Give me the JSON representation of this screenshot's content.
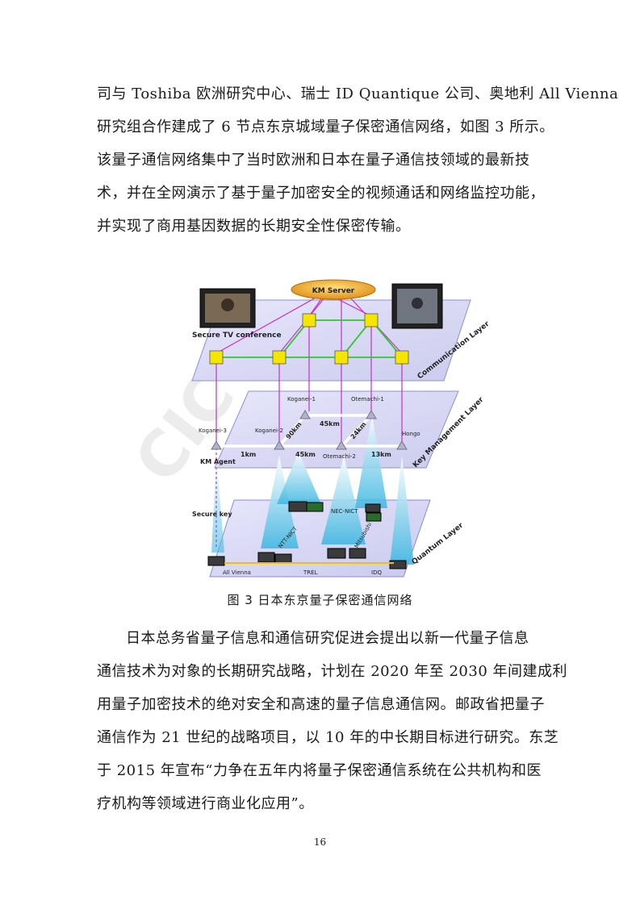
{
  "paragraph1": {
    "lines": [
      "司与 Toshiba 欧洲研究中心、瑞士 ID Quantique 公司、奥地利 All Vienna",
      "研究组合作建成了 6 节点东京城域量子保密通信网络，如图 3 所示。",
      "该量子通信网络集中了当时欧洲和日本在量子通信技领域的最新技",
      "术，并在全网演示了基于量子加密安全的视频通话和网络监控功能，",
      "并实现了商用基因数据的长期安全性保密传输。"
    ]
  },
  "figure": {
    "km_server": "KM Server",
    "secure_tv": "Secure TV conference",
    "communication_layer": "Communication Layer",
    "key_management_layer": "Key Management Layer",
    "quantum_layer": "Quantum Layer",
    "km_agent": "KM Agent",
    "secure_key": "Secure key",
    "nodes": {
      "koganei1": "Koganei-1",
      "otemachi1": "Otemachi-1",
      "koganei3": "Koganei-3",
      "koganei2": "Koganei-2",
      "otemachi2": "Otemachi-2",
      "hongo": "Hongo"
    },
    "distances": {
      "d45top": "45km",
      "d90": "90km",
      "d24": "24km",
      "d1": "1km",
      "d45": "45km",
      "d13": "13km"
    },
    "quantum": {
      "nec": "NEC-NICT",
      "ntt": "NTT-NICT",
      "mitsubishi": "Mitsubishi",
      "allvienna": "All Vienna",
      "trel": "TREL",
      "idq": "IDQ"
    }
  },
  "watermark": "CIC",
  "caption": "图 3  日本东京量子保密通信网络",
  "paragraph2": {
    "lines": [
      "日本总务省量子信息和通信研究促进会提出以新一代量子信息",
      "通信技术为对象的长期研究战略，计划在 2020 年至 2030 年间建成利",
      "用量子加密技术的绝对安全和高速的量子信息通信网。邮政省把量子",
      "通信作为 21 世纪的战略项目，以 10 年的中长期目标进行研究。东芝",
      "于 2015 年宣布“力争在五年内将量子保密通信系统在公共机构和医",
      "疗机构等领域进行商业化应用”。"
    ]
  },
  "page_number": "16"
}
